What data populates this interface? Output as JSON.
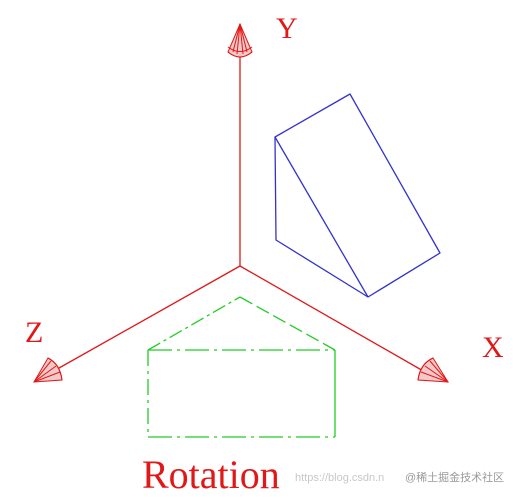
{
  "axes": {
    "x_label": "X",
    "y_label": "Y",
    "z_label": "Z",
    "color": "#e01818"
  },
  "caption": "Rotation",
  "colors": {
    "prism": "#3333cc",
    "projection": "#22cc22"
  },
  "watermark": {
    "url": "https://blog.csdn.n",
    "brand": "@稀土掘金技术社区"
  }
}
